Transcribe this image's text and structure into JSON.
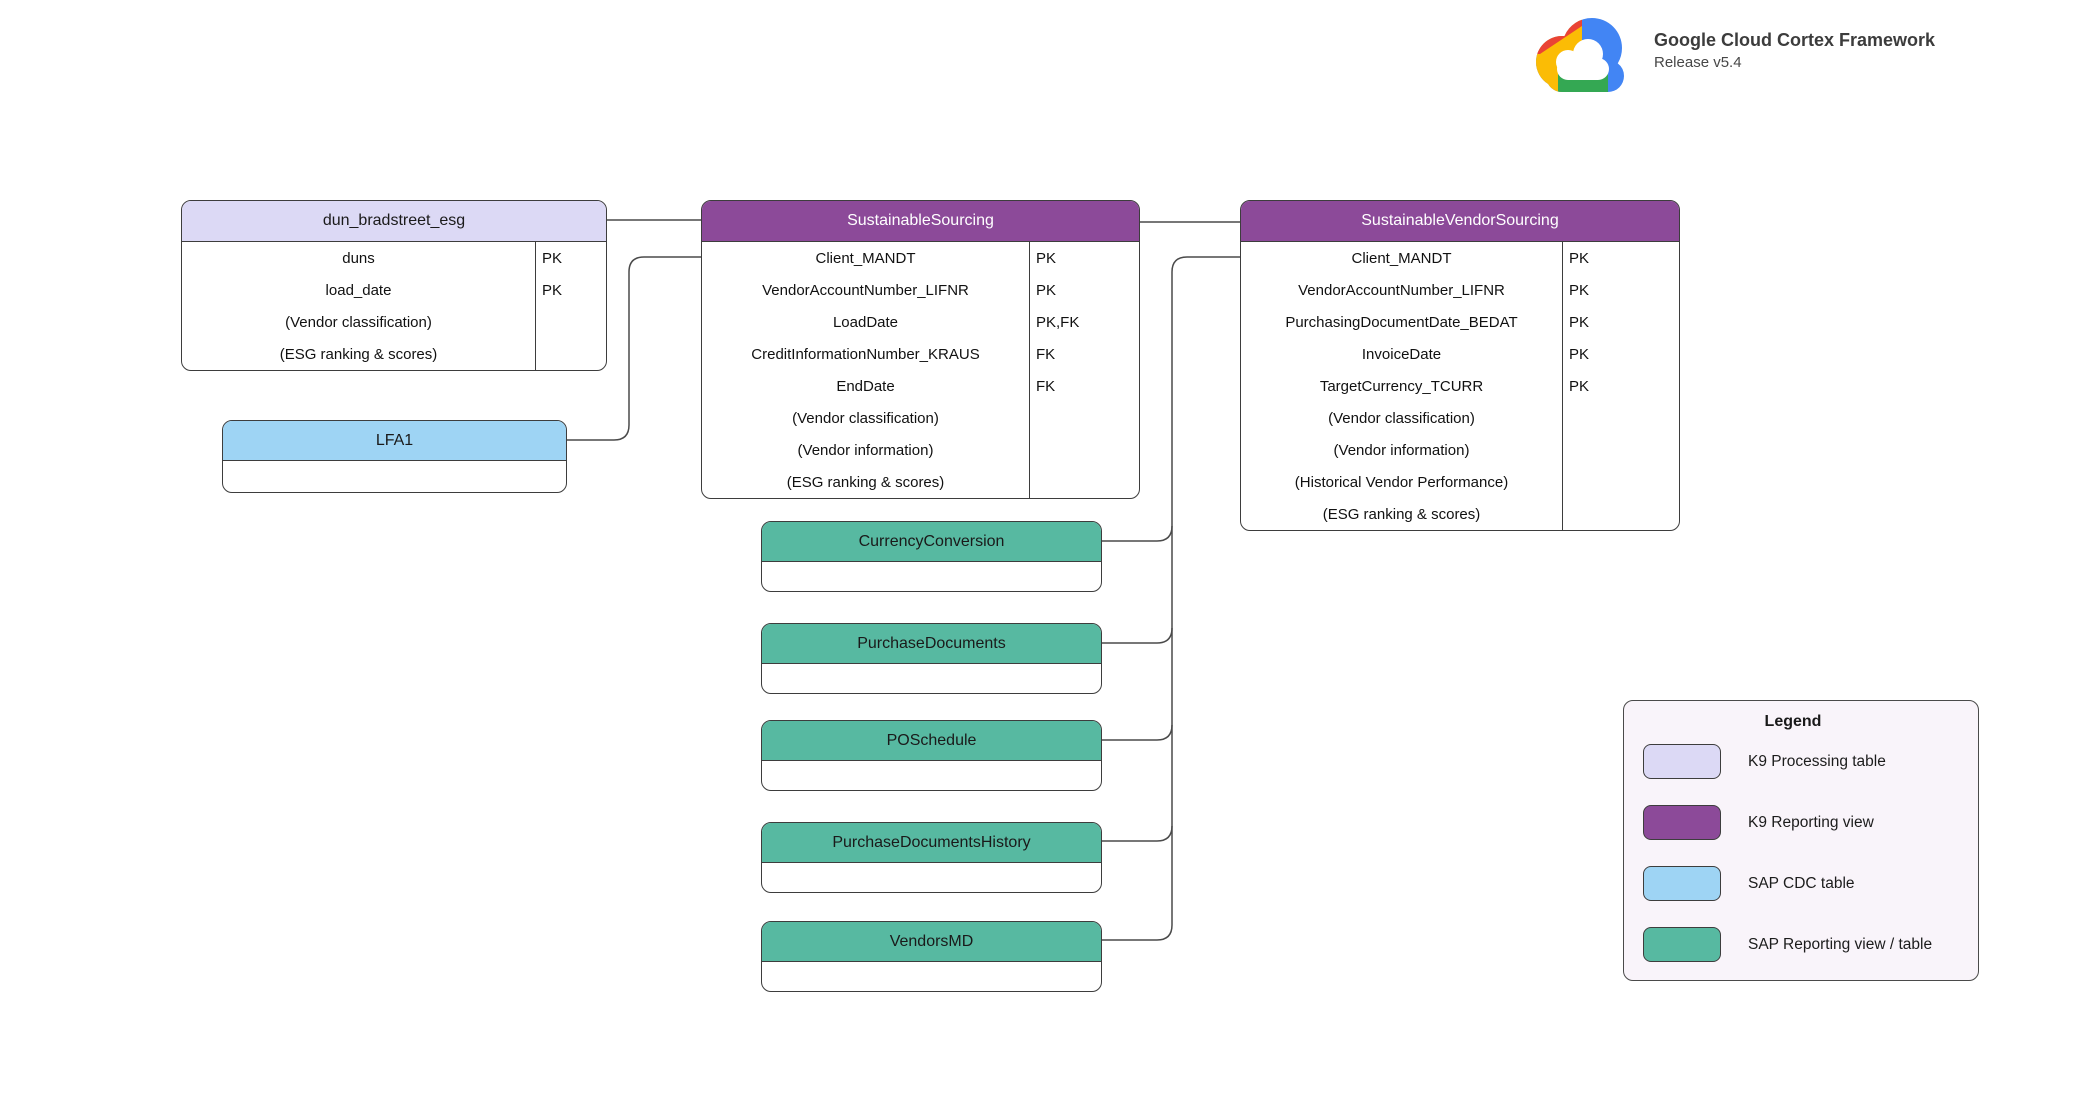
{
  "header": {
    "title": "Google Cloud Cortex Framework",
    "subtitle": "Release v5.4"
  },
  "colors": {
    "k9_processing": "#DCD9F5",
    "k9_reporting": "#8C4A99",
    "sap_cdc": "#9ED4F4",
    "sap_reporting": "#57B9A1",
    "line": "#4a4a4a",
    "legend_bg": "#F9F4FA",
    "logo_blue": "#4285F4",
    "logo_red": "#EA4335",
    "logo_yellow": "#FBBC05",
    "logo_green": "#34A853"
  },
  "entities": {
    "dun_bradstreet_esg": {
      "name": "dun_bradstreet_esg",
      "type": "K9 Processing table",
      "fields": [
        {
          "name": "duns",
          "key": "PK"
        },
        {
          "name": "load_date",
          "key": "PK"
        },
        {
          "name": "(Vendor classification)",
          "key": ""
        },
        {
          "name": "(ESG ranking & scores)",
          "key": ""
        }
      ]
    },
    "sustainable_sourcing": {
      "name": "SustainableSourcing",
      "type": "K9 Reporting view",
      "fields": [
        {
          "name": "Client_MANDT",
          "key": "PK"
        },
        {
          "name": "VendorAccountNumber_LIFNR",
          "key": "PK"
        },
        {
          "name": "LoadDate",
          "key": "PK,FK"
        },
        {
          "name": "CreditInformationNumber_KRAUS",
          "key": "FK"
        },
        {
          "name": "EndDate",
          "key": "FK"
        },
        {
          "name": "(Vendor classification)",
          "key": ""
        },
        {
          "name": "(Vendor information)",
          "key": ""
        },
        {
          "name": "(ESG ranking & scores)",
          "key": ""
        }
      ]
    },
    "sustainable_vendor_sourcing": {
      "name": "SustainableVendorSourcing",
      "type": "K9 Reporting view",
      "fields": [
        {
          "name": "Client_MANDT",
          "key": "PK"
        },
        {
          "name": "VendorAccountNumber_LIFNR",
          "key": "PK"
        },
        {
          "name": "PurchasingDocumentDate_BEDAT",
          "key": "PK"
        },
        {
          "name": "InvoiceDate",
          "key": "PK"
        },
        {
          "name": "TargetCurrency_TCURR",
          "key": "PK"
        },
        {
          "name": "(Vendor classification)",
          "key": ""
        },
        {
          "name": "(Vendor information)",
          "key": ""
        },
        {
          "name": "(Historical Vendor Performance)",
          "key": ""
        },
        {
          "name": "(ESG ranking & scores)",
          "key": ""
        }
      ]
    },
    "lfa1": {
      "name": "LFA1",
      "type": "SAP CDC table"
    },
    "currency_conversion": {
      "name": "CurrencyConversion",
      "type": "SAP Reporting view / table"
    },
    "purchase_documents": {
      "name": "PurchaseDocuments",
      "type": "SAP Reporting view / table"
    },
    "po_schedule": {
      "name": "POSchedule",
      "type": "SAP Reporting view / table"
    },
    "purchase_documents_history": {
      "name": "PurchaseDocumentsHistory",
      "type": "SAP Reporting view / table"
    },
    "vendors_md": {
      "name": "VendorsMD",
      "type": "SAP Reporting view / table"
    }
  },
  "relationships": [
    {
      "from": "dun_bradstreet_esg",
      "to": "SustainableSourcing"
    },
    {
      "from": "LFA1",
      "to": "SustainableSourcing"
    },
    {
      "from": "SustainableSourcing",
      "to": "SustainableVendorSourcing"
    },
    {
      "from": "CurrencyConversion",
      "to": "SustainableVendorSourcing"
    },
    {
      "from": "PurchaseDocuments",
      "to": "SustainableVendorSourcing"
    },
    {
      "from": "POSchedule",
      "to": "SustainableVendorSourcing"
    },
    {
      "from": "PurchaseDocumentsHistory",
      "to": "SustainableVendorSourcing"
    },
    {
      "from": "VendorsMD",
      "to": "SustainableVendorSourcing"
    }
  ],
  "legend": {
    "title": "Legend",
    "items": [
      {
        "label": "K9 Processing table",
        "color": "#DCD9F5"
      },
      {
        "label": "K9 Reporting view",
        "color": "#8C4A99"
      },
      {
        "label": "SAP CDC table",
        "color": "#9ED4F4"
      },
      {
        "label": "SAP Reporting view / table",
        "color": "#57B9A1"
      }
    ]
  }
}
